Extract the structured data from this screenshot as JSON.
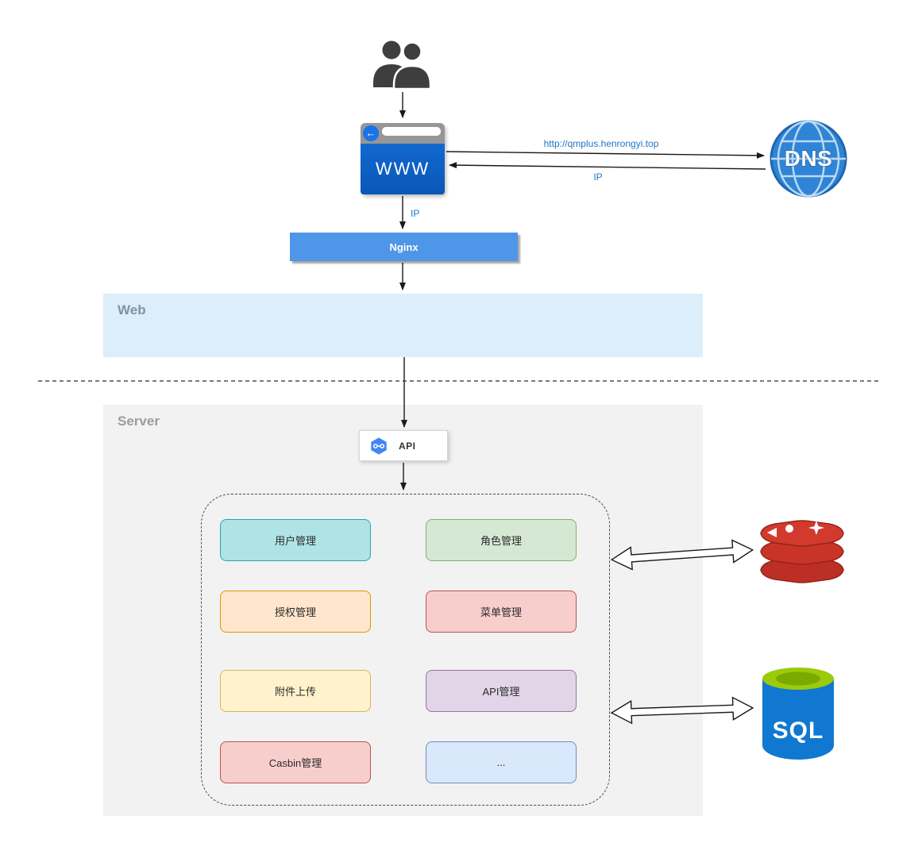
{
  "nodes": {
    "browser": {
      "label": "WWW"
    },
    "dns": {
      "label": "DNS"
    },
    "nginx": {
      "label": "Nginx"
    },
    "web_zone": {
      "label": "Web"
    },
    "server_zone": {
      "label": "Server"
    },
    "api": {
      "label": "API"
    },
    "sql": {
      "label": "SQL"
    }
  },
  "edges": {
    "browser_to_dns": "http://qmplus.henrongyi.top",
    "dns_to_browser": "IP",
    "browser_to_nginx": "IP"
  },
  "modules": [
    {
      "label": "用户管理",
      "fill": "#b0e3e6",
      "border": "#2ba6a0"
    },
    {
      "label": "角色管理",
      "fill": "#d5e8d4",
      "border": "#82b366"
    },
    {
      "label": "授权管理",
      "fill": "#ffe6cc",
      "border": "#d79b00"
    },
    {
      "label": "菜单管理",
      "fill": "#f8cecc",
      "border": "#b85450"
    },
    {
      "label": "附件上传",
      "fill": "#fff2cc",
      "border": "#d6b656"
    },
    {
      "label": "API管理",
      "fill": "#e1d5e7",
      "border": "#9673a6"
    },
    {
      "label": "Casbin管理",
      "fill": "#f8cecc",
      "border": "#b85450"
    },
    {
      "label": "...",
      "fill": "#dae8fc",
      "border": "#6c8ebf"
    }
  ],
  "icons": {
    "users": "users-icon",
    "back_arrow_glyph": "←",
    "dns_globe": "dns-globe-icon",
    "api_hexagon": "api-hexagon-icon",
    "redis": "redis-database-icon",
    "sql_cylinder": "sql-database-icon"
  },
  "colors": {
    "nginx_bar": "#4d96e8",
    "web_zone": "#dceef9",
    "server_zone": "#f2f2f2",
    "edge_label": "#1c76c5",
    "browser_body": "#0d63c9"
  }
}
